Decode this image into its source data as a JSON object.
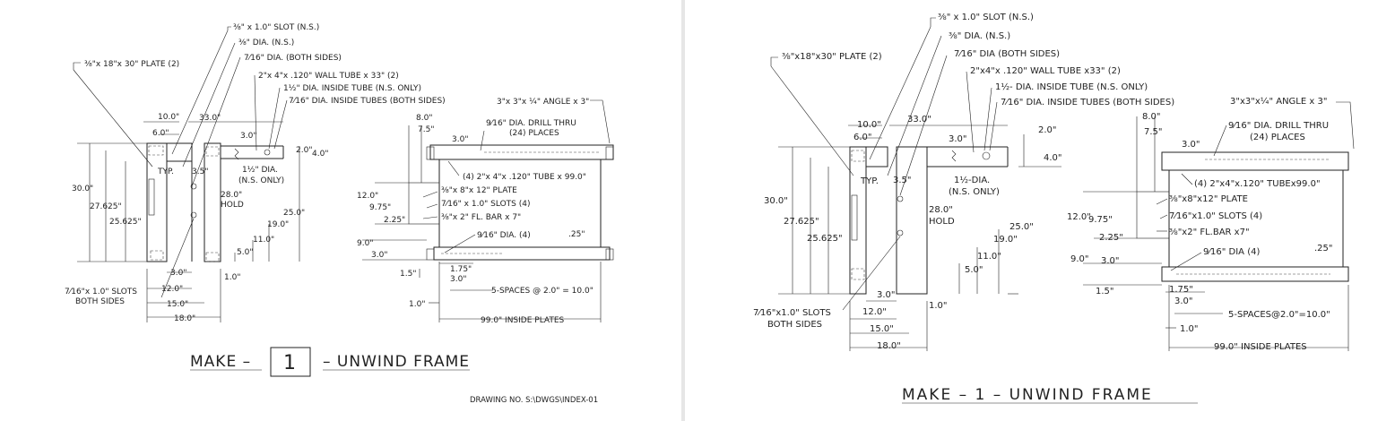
{
  "left": {
    "labels": {
      "slot": "⅜\" x 1.0\" SLOT (N.S.)",
      "dia38": "⅜\" DIA. (N.S.)",
      "plate": "⅜\"x 18\"x 30\" PLATE (2)",
      "dia716": "7⁄16\" DIA. (BOTH SIDES)",
      "wall": "2\"x 4\"x .120\" WALL TUBE x 33\" (2)",
      "inside15": "1½\" DIA. INSIDE TUBE (N.S. ONLY)",
      "inside716": "7⁄16\" DIA. INSIDE TUBES (BOTH SIDES)",
      "angle": "3\"x 3\"x ¼\" ANGLE x 3\"",
      "drill": "9⁄16\" DIA. DRILL THRU",
      "places": "(24) PLACES",
      "tube99": "(4) 2\"x 4\"x .120\" TUBE x 99.0\"",
      "plate8": "⅜\"x 8\"x 12\" PLATE",
      "slots4": "7⁄16\" x 1.0\" SLOTS (4)",
      "flbar": "⅜\"x 2\" FL. BAR x 7\"",
      "dia916": "9⁄16\" DIA. (4)",
      "typ": "TYP.",
      "dia15": "1½\" DIA.",
      "ns": "(N.S. ONLY)",
      "hold": "28.0\"",
      "holdt": "HOLD",
      "slotsB": "7⁄16\"x 1.0\" SLOTS",
      "bothsides": "BOTH SIDES",
      "spaces": "5-SPACES @ 2.0\" = 10.0\"",
      "inside": "99.0\" INSIDE PLATES"
    },
    "dims": {
      "d10": "10.0\"",
      "d6": "6.0\"",
      "d33": "33.0\"",
      "d30h": "3.0\"",
      "d2": "2.0\"",
      "d4": "4.0\"",
      "d35": "3.5\"",
      "d300": "30.0\"",
      "d27": "27.625\"",
      "d25": "25.625\"",
      "d250": "25.0\"",
      "d19": "19.0\"",
      "d11": "11.0\"",
      "d5": "5.0\"",
      "d1": "1.0\"",
      "d3b": "3.0\"",
      "d12": "12.0\"",
      "d15": "15.0\"",
      "d18": "18.0\"",
      "d8": "8.0\"",
      "d75": "7.5\"",
      "d3c": "3.0\"",
      "d120": "12.0\"",
      "d975": "9.75\"",
      "d225": "2.25\"",
      "d9": "9.0\"",
      "d3d": "3.0\"",
      "d15b": "1.5\"",
      "d175": "1.75\"",
      "d3e": "3.0\"",
      "d10b": "1.0\"",
      "d25b": ".25\""
    },
    "title_pre": "MAKE –",
    "title_qty": "1",
    "title_post": "– UNWIND FRAME",
    "drawing_no": "DRAWING NO. S:\\DWGS\\INDEX-01"
  },
  "right": {
    "labels": {
      "slot": "⅜\" x 1.0\" SLOT (N.S.)",
      "dia38": "⅜\" DIA. (N.S.)",
      "plate": "⅜\"x18\"x30\" PLATE (2)",
      "dia716": "7⁄16\" DIA (BOTH SIDES)",
      "wall": "2\"x4\"x .120\" WALL TUBE x33\" (2)",
      "inside15": "1½- DIA. INSIDE TUBE (N.S. ONLY)",
      "inside716": "7⁄16\" DIA. INSIDE TUBES (BOTH SIDES)",
      "angle": "3\"x3\"x¼\" ANGLE x 3\"",
      "drill": "9⁄16\" DIA. DRILL THRU",
      "places": "(24) PLACES",
      "tube99": "(4) 2\"x4\"x.120\" TUBEx99.0\"",
      "plate8": "⅜\"x8\"x12\" PLATE",
      "slots4": "7⁄16\"x1.0\" SLOTS (4)",
      "flbar": "⅜\"x2\" FL.BAR x7\"",
      "dia916": "9⁄16\" DIA (4)",
      "typ": "TYP.",
      "dia15": "1½-DIA.",
      "ns": "(N.S. ONLY)",
      "hold": "28.0\"",
      "holdt": "HOLD",
      "slotsB": "7⁄16\"x1.0\" SLOTS",
      "bothsides": "BOTH SIDES",
      "spaces": "5-SPACES@2.0\"=10.0\"",
      "inside": "99.0\" INSIDE PLATES"
    },
    "dims": {
      "d10": "10.0\"",
      "d6": "6.0\"",
      "d33": "33.0\"",
      "d30h": "3.0\"",
      "d2": "2.0\"",
      "d4": "4.0\"",
      "d35": "3.5\"",
      "d300": "30.0\"",
      "d27": "27.625\"",
      "d25": "25.625\"",
      "d250": "25.0\"",
      "d19": "19.0\"",
      "d11": "11.0\"",
      "d5": "5.0\"",
      "d1": "1.0\"",
      "d3b": "3.0\"",
      "d12": "12.0\"",
      "d15": "15.0\"",
      "d18": "18.0\"",
      "d8": "8.0\"",
      "d75": "7.5\"",
      "d3c": "3.0\"",
      "d120": "12.0\"",
      "d975": "9.75\"",
      "d225": "2.25\"",
      "d9": "9.0\"",
      "d3d": "3.0\"",
      "d15b": "1.5\"",
      "d175": "1.75\"",
      "d3e": "3.0\"",
      "d10b": "1.0\"",
      "d25b": ".25\""
    },
    "title": "MAKE – 1 – UNWIND FRAME"
  }
}
